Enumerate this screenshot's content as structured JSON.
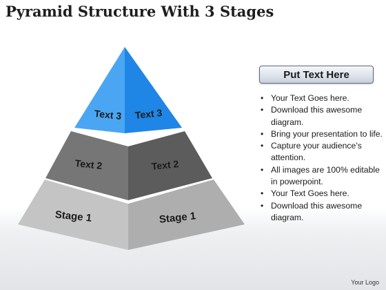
{
  "title": "Pyramid Structure With 3 Stages",
  "pyramid": {
    "top_left_label": "Text 3",
    "top_right_label": "Text 3",
    "middle_left_label": "Text 2",
    "middle_right_label": "Text 2",
    "bottom_left_label": "Stage 1",
    "bottom_right_label": "Stage 1",
    "colors": {
      "top_left": "#4aa6f2",
      "top_right": "#1f86e6",
      "middle_left": "#767676",
      "middle_right": "#5c5c5c",
      "bottom_left": "#c4c4c4",
      "bottom_right": "#aeaeae"
    }
  },
  "panel": {
    "button_label": "Put Text Here",
    "bullets": [
      "Your Text Goes here.",
      "Download this awesome diagram.",
      "Bring your presentation to life.",
      "Capture your audience’s attention.",
      "All images are 100% editable in powerpoint.",
      "Your Text Goes here.",
      "Download this awesome diagram."
    ]
  },
  "footer": {
    "logo_text": "Your Logo"
  }
}
